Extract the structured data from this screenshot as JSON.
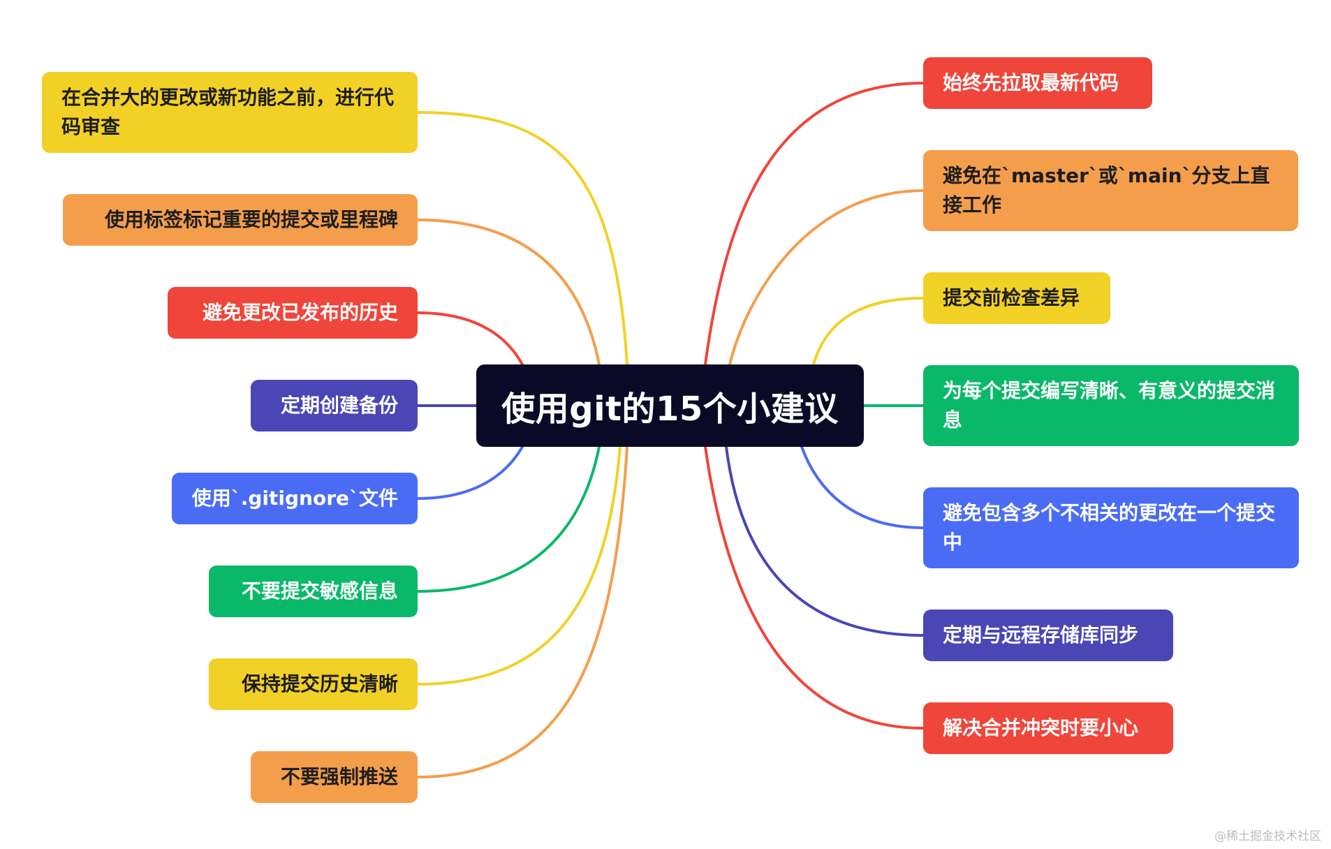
{
  "center": {
    "title": "使用git的15个小建议"
  },
  "left_nodes": [
    {
      "label": "在合并大的更改或新功能之前，进行代码审查",
      "color": "#f2d126"
    },
    {
      "label": "使用标签标记重要的提交或里程碑",
      "color": "#f49e4c"
    },
    {
      "label": "避免更改已发布的历史",
      "color": "#f0453a"
    },
    {
      "label": "定期创建备份",
      "color": "#4a46b5"
    },
    {
      "label": "使用`.gitignore`文件",
      "color": "#4a6cf5"
    },
    {
      "label": "不要提交敏感信息",
      "color": "#0ab86a"
    },
    {
      "label": "保持提交历史清晰",
      "color": "#f2d126"
    },
    {
      "label": "不要强制推送",
      "color": "#f49e4c"
    }
  ],
  "right_nodes": [
    {
      "label": "始终先拉取最新代码",
      "color": "#f0453a"
    },
    {
      "label": "避免在`master`或`main`分支上直接工作",
      "color": "#f49e4c"
    },
    {
      "label": "提交前检查差异",
      "color": "#f2d126"
    },
    {
      "label": "为每个提交编写清晰、有意义的提交消息",
      "color": "#0ab86a"
    },
    {
      "label": "避免包含多个不相关的更改在一个提交中",
      "color": "#4a6cf5"
    },
    {
      "label": "定期与远程存储库同步",
      "color": "#4a46b5"
    },
    {
      "label": "解决合并冲突时要小心",
      "color": "#f0453a"
    }
  ],
  "watermark": "@稀土掘金技术社区"
}
